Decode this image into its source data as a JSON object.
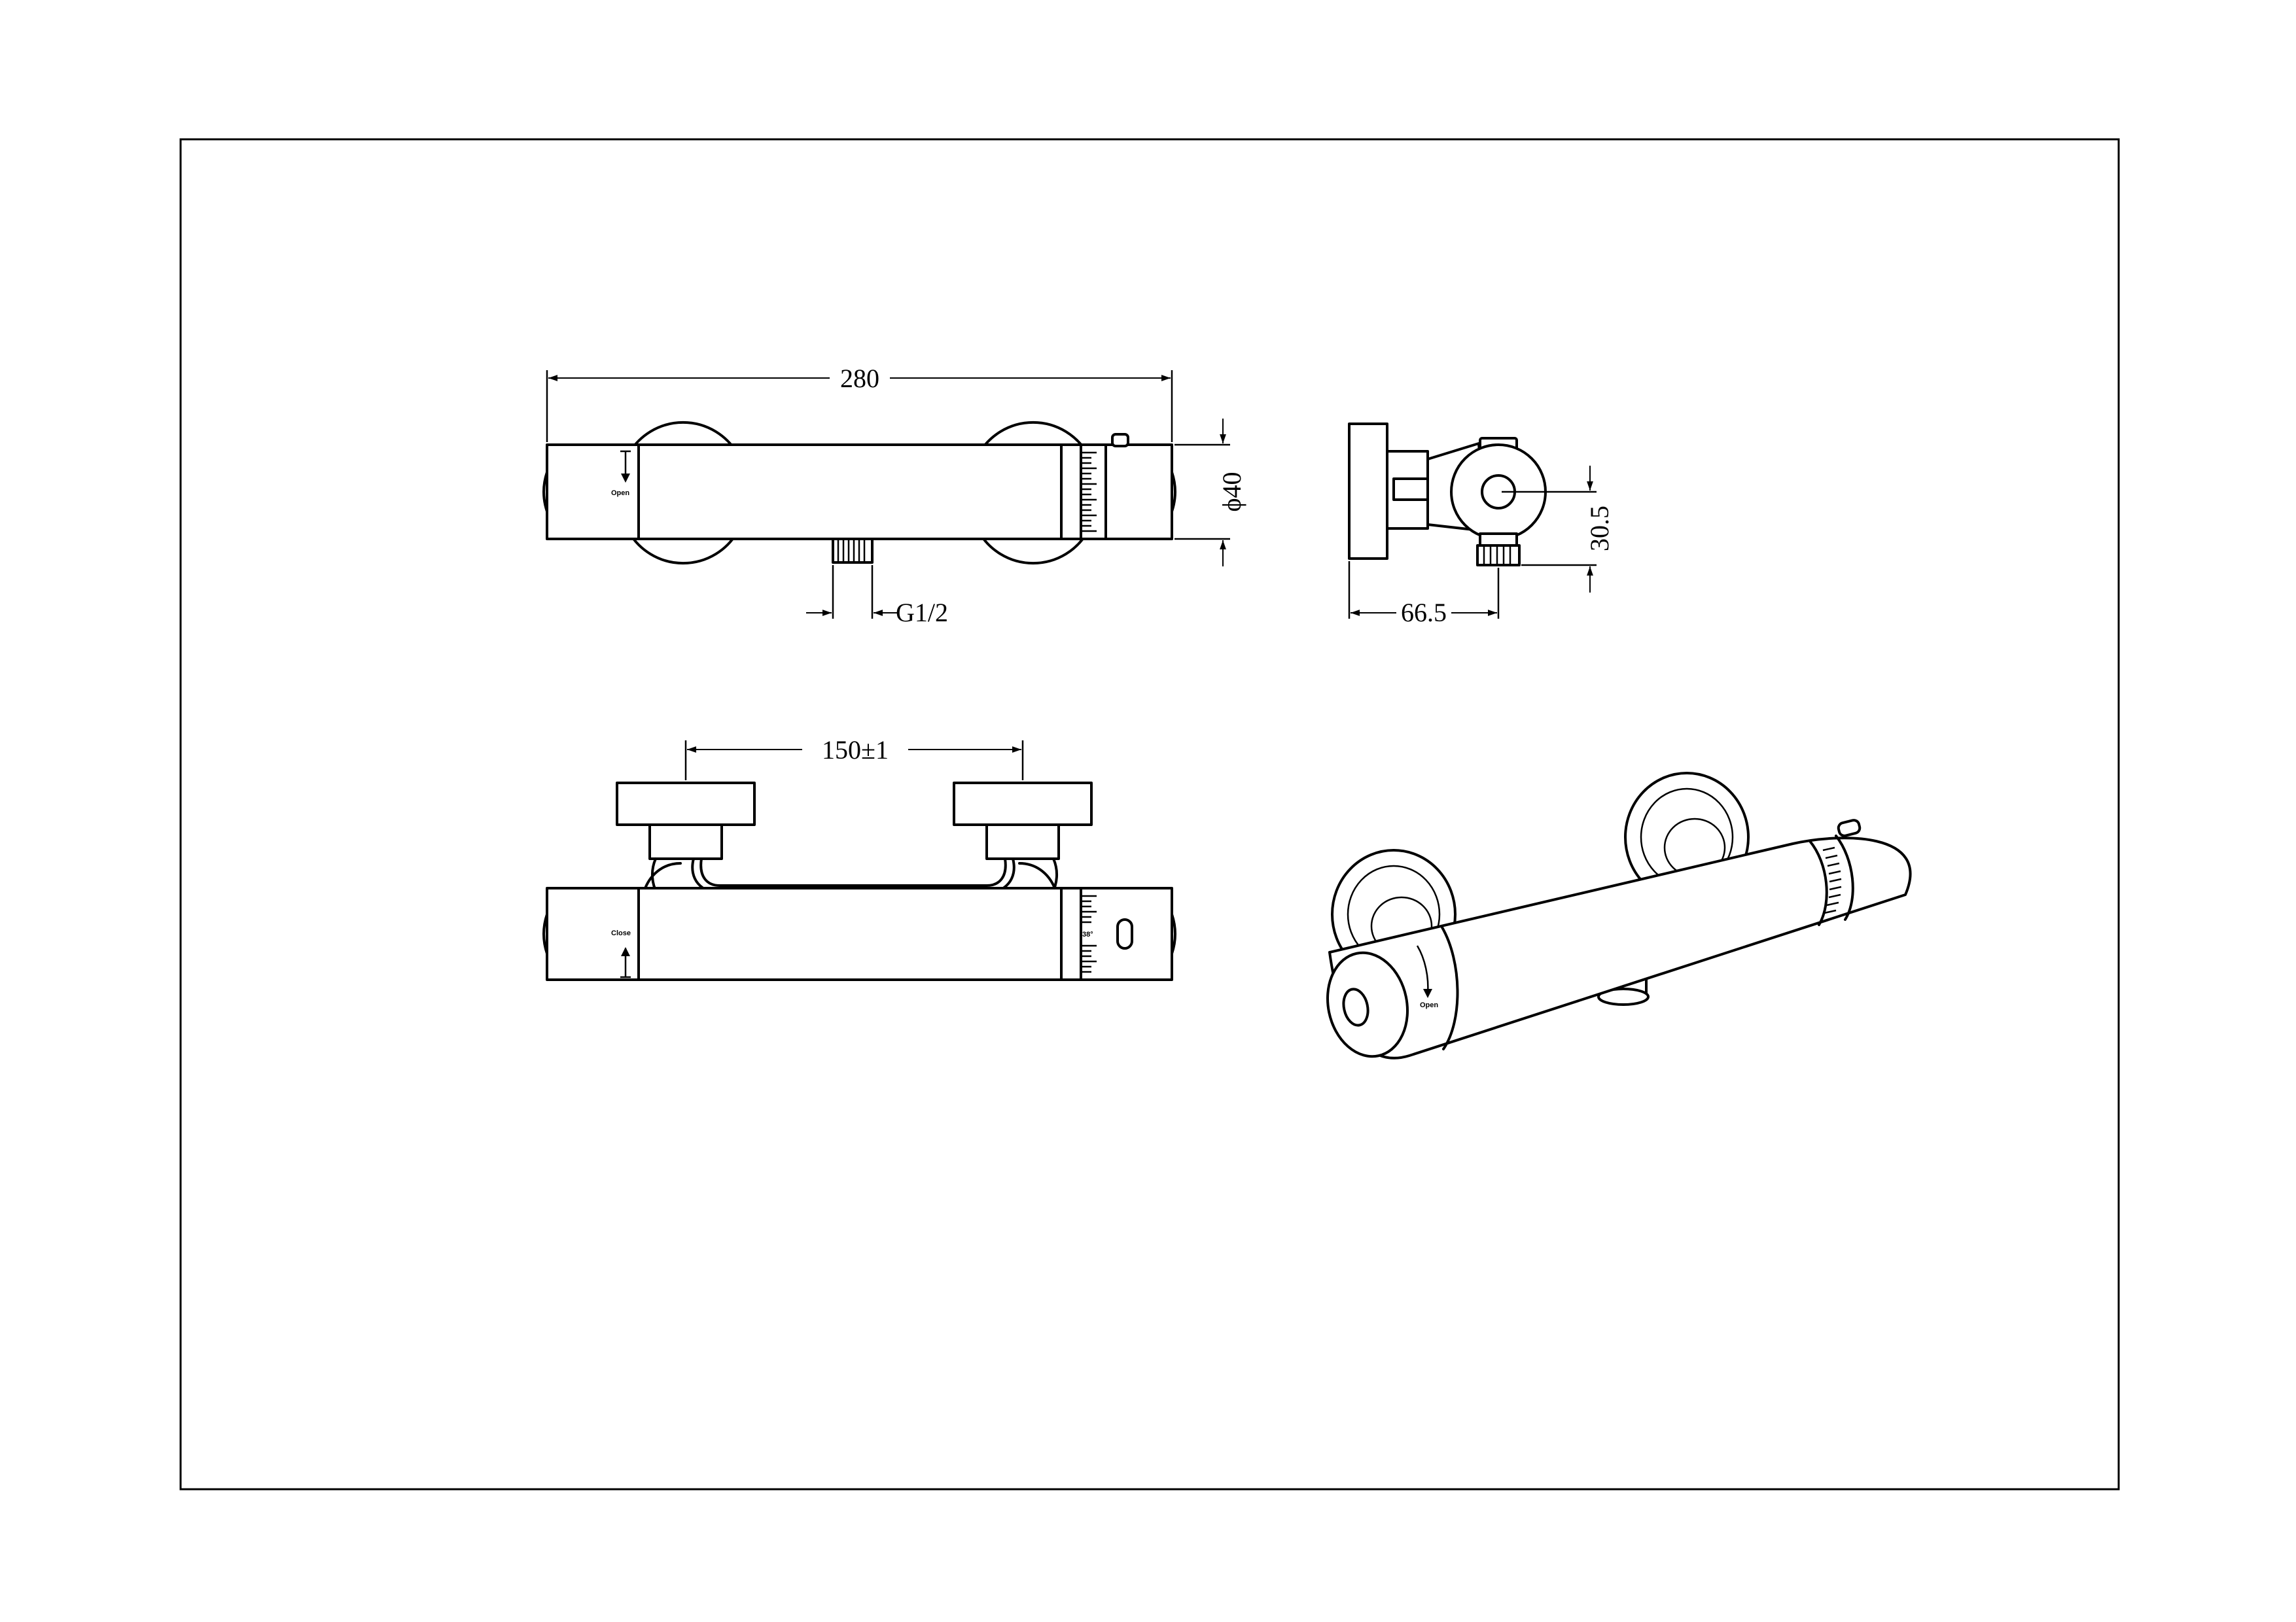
{
  "dimensions": {
    "overall_length": "280",
    "body_diameter": "ϕ40",
    "outlet_thread": "G1/2",
    "outlet_height": "30.5",
    "wall_projection": "66.5",
    "centre_distance": "150±1"
  },
  "labels": {
    "open": "Open",
    "close": "Close",
    "temperature": "38°"
  },
  "colors": {
    "line": "#000000",
    "background": "#ffffff"
  }
}
